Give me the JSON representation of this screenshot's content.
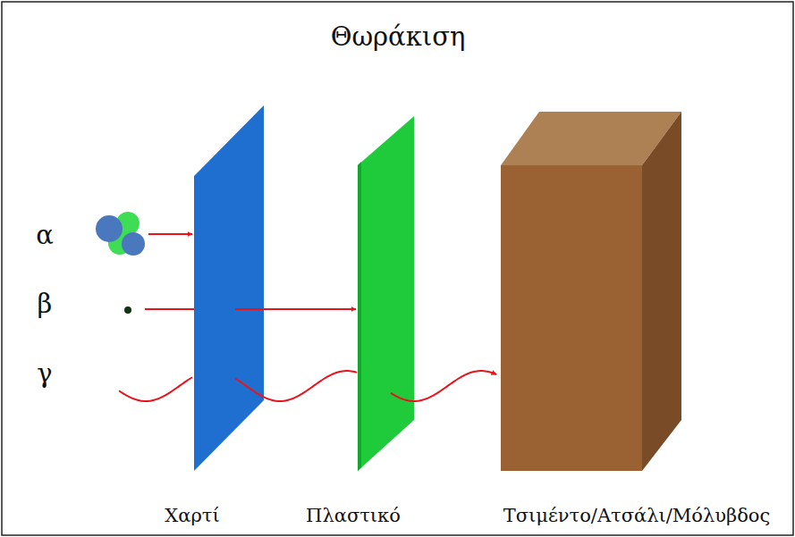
{
  "diagram": {
    "title": "Θωράκιση",
    "labels": [
      "α",
      "β",
      "γ",
      "Χαρτί",
      "Πλαστικό",
      "Τσιμέντο/Ατσάλι/Μόλυβδος"
    ]
  }
}
